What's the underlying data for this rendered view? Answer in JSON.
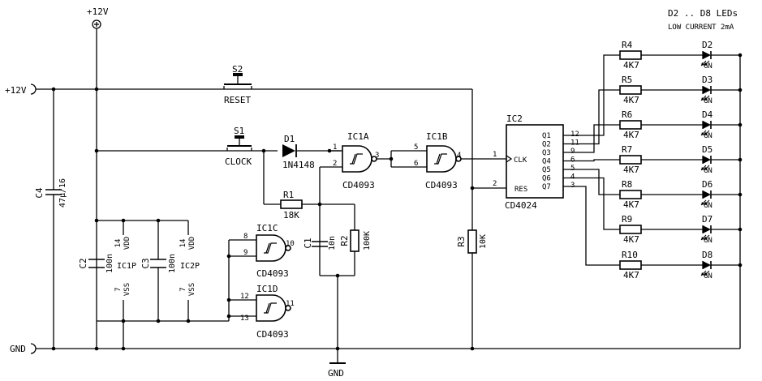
{
  "header": {
    "line1": "D2 .. D8 LEDs",
    "line2": "LOW CURRENT 2mA"
  },
  "rails": {
    "vplus": "+12V",
    "vtop": "+12V",
    "gnd": "GND",
    "gnd_bottom": "GND"
  },
  "switches": {
    "s2": {
      "ref": "S2",
      "label": "RESET"
    },
    "s1": {
      "ref": "S1",
      "label": "CLOCK"
    }
  },
  "d1": {
    "ref": "D1",
    "part": "1N4148"
  },
  "r1": {
    "ref": "R1",
    "value": "18K"
  },
  "r2": {
    "ref": "R2",
    "value": "100K"
  },
  "r3": {
    "ref": "R3",
    "value": "10K"
  },
  "c1": {
    "ref": "C1",
    "value": "10n"
  },
  "c2": {
    "ref": "C2",
    "value": "100n"
  },
  "c3": {
    "ref": "C3",
    "value": "100n"
  },
  "c4": {
    "ref": "C4",
    "value": "47µ/16"
  },
  "ic1p": {
    "ref": "IC1P",
    "vdd_pin": "14",
    "vdd": "VDD",
    "vss_pin": "7",
    "vss": "VSS"
  },
  "ic2p": {
    "ref": "IC2P",
    "vdd_pin": "14",
    "vdd": "VDD",
    "vss_pin": "7",
    "vss": "VSS"
  },
  "gates": {
    "ic1a": {
      "ref": "IC1A",
      "part": "CD4093",
      "in1": "1",
      "in2": "2",
      "out": "3"
    },
    "ic1b": {
      "ref": "IC1B",
      "part": "CD4093",
      "in1": "5",
      "in2": "6",
      "out": "4"
    },
    "ic1c": {
      "ref": "IC1C",
      "part": "CD4093",
      "in1": "8",
      "in2": "9",
      "out": "10"
    },
    "ic1d": {
      "ref": "IC1D",
      "part": "CD4093",
      "in1": "12",
      "in2": "13",
      "out": "11"
    }
  },
  "ic2": {
    "ref": "IC2",
    "part": "CD4024",
    "clk_label": "CLK",
    "res_label": "RES",
    "clk_pin": "1",
    "res_pin": "2",
    "outputs": [
      {
        "label": "Q1",
        "pin": "12"
      },
      {
        "label": "Q2",
        "pin": "11"
      },
      {
        "label": "Q3",
        "pin": "9"
      },
      {
        "label": "Q4",
        "pin": "6"
      },
      {
        "label": "Q5",
        "pin": "5"
      },
      {
        "label": "Q6",
        "pin": "4"
      },
      {
        "label": "Q7",
        "pin": "3"
      }
    ]
  },
  "led_resistors": [
    "R4",
    "R5",
    "R6",
    "R7",
    "R8",
    "R9",
    "R10"
  ],
  "led_resistor_value": "4K7",
  "leds": [
    "D2",
    "D3",
    "D4",
    "D5",
    "D6",
    "D7",
    "D8"
  ],
  "led_color": "GN"
}
